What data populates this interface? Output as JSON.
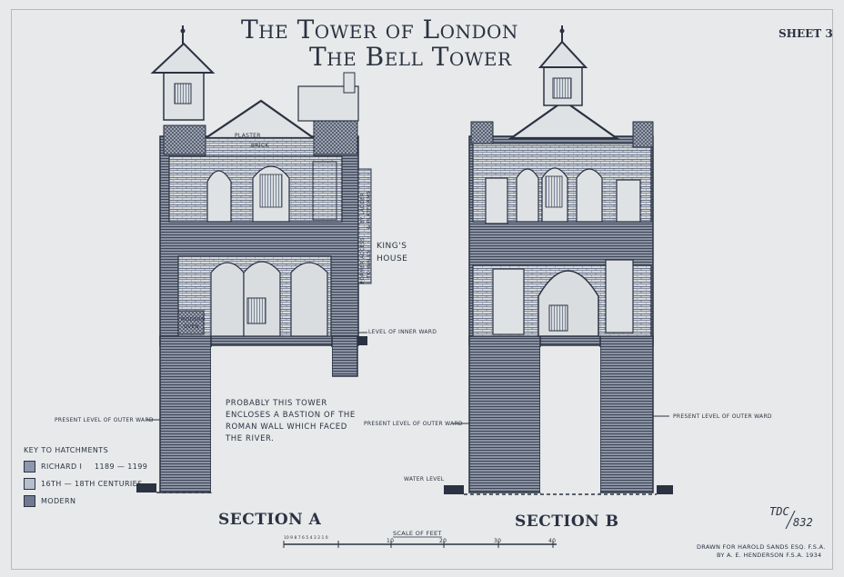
{
  "title": {
    "line1": "The Tower of London",
    "line2": "The Bell Tower"
  },
  "sheet_label": "SHEET 3",
  "section_a": {
    "label": "SECTION A",
    "plaster": "PLASTER",
    "brick": "BRICK",
    "access_line1": "BY LADDER",
    "access_line2": "& PLATFORMS",
    "access_line3": "FORMER ACCESS",
    "access_line4": "TO WALLS",
    "kings_house_1": "KING'S",
    "kings_house_2": "HOUSE",
    "modern_oven_1": "MODERN",
    "modern_oven_2": "OVEN",
    "level_inner_ward": "LEVEL OF INNER WARD",
    "present_level_outer_ward": "PRESENT LEVEL OF OUTER WARD",
    "note_line1": "PROBABLY THIS TOWER",
    "note_line2": "ENCLOSES A BASTION OF THE",
    "note_line3": "ROMAN WALL WHICH FACED",
    "note_line4": "THE RIVER."
  },
  "section_b": {
    "label": "SECTION B",
    "present_level_left": "PRESENT LEVEL OF OUTER WARD",
    "present_level_right": "PRESENT LEVEL OF OUTER WARD",
    "water_level": "WATER LEVEL"
  },
  "key": {
    "heading": "KEY TO HATCHMENTS",
    "items": [
      {
        "label": "RICHARD I",
        "dates": "1189 — 1199",
        "color": "#8e98ad"
      },
      {
        "label": "16TH — 18TH CENTURIES",
        "dates": "",
        "color": "#b8bfcc"
      },
      {
        "label": "MODERN",
        "dates": "",
        "color": "#6f7990"
      }
    ]
  },
  "scale": {
    "label": "SCALE OF FEET",
    "small_ticks": "10 9 8 7 6 5 4 3 2 1 0",
    "ticks": [
      "10",
      "20",
      "30",
      "40"
    ]
  },
  "credit": {
    "line1": "DRAWN FOR HAROLD SANDS ESQ. F.S.A.",
    "line2": "BY A. E. HENDERSON F.S.A. 1934"
  },
  "catalogue_mark": {
    "line1": "TDC",
    "line2": "832"
  },
  "colors": {
    "ink": "#2b3242",
    "paper": "#e7e9ea",
    "hatch": "#3d4658",
    "light_fill": "#dfe2e4"
  }
}
